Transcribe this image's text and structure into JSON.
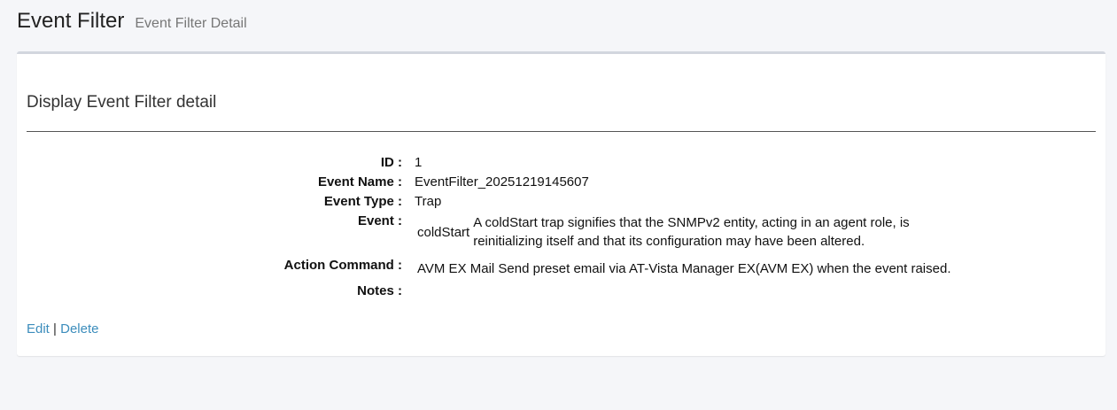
{
  "header": {
    "title": "Event Filter",
    "subtitle": "Event Filter Detail"
  },
  "panel": {
    "heading": "Display Event Filter detail"
  },
  "details": {
    "id_label": "ID :",
    "id_value": "1",
    "event_name_label": "Event Name :",
    "event_name_value": "EventFilter_20251219145607",
    "event_type_label": "Event Type :",
    "event_type_value": "Trap",
    "event_label": "Event :",
    "event_name": "coldStart",
    "event_description_line1": "A coldStart trap signifies that the SNMPv2 entity, acting in an agent role, is",
    "event_description_line2": "reinitializing itself and that its configuration may have been altered.",
    "action_command_label": "Action Command :",
    "action_command_value": "AVM EX Mail Send preset email via AT-Vista Manager EX(AVM EX) when the event raised.",
    "notes_label": "Notes :",
    "notes_value": ""
  },
  "actions": {
    "edit_label": "Edit",
    "separator": "|",
    "delete_label": "Delete"
  },
  "colors": {
    "link": "#3c8dbc",
    "background": "#f5f6f9",
    "panel_top_border": "#d2d6de"
  }
}
